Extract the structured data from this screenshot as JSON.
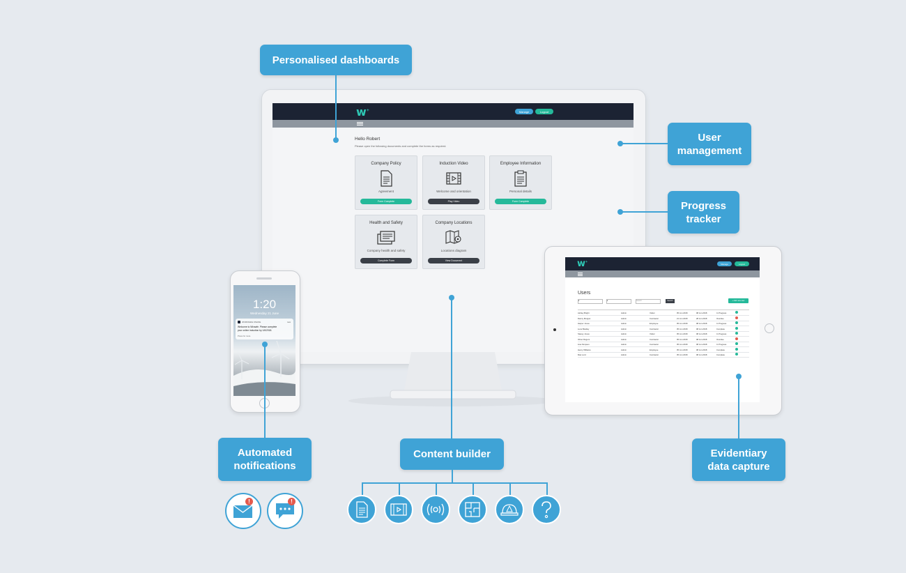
{
  "callouts": {
    "dashboards": "Personalised dashboards",
    "user_mgmt": "User management",
    "progress": "Progress tracker",
    "notifications": "Automated notifications",
    "content": "Content builder",
    "evidence": "Evidentiary data capture"
  },
  "desktop": {
    "buttons": {
      "manage": "Manage",
      "logout": "Logout"
    },
    "greeting": "Hello Robert",
    "instructions": "Please open the following documents and complete the forms as required.",
    "cards": [
      {
        "title": "Company Policy",
        "subtitle": "Agreement",
        "button": "Form Complete",
        "button_color": "#25b99a"
      },
      {
        "title": "Induction Video",
        "subtitle": "Welcome and orientation",
        "button": "Play Video",
        "button_color": "#3a3f47"
      },
      {
        "title": "Employee Information",
        "subtitle": "Personal details",
        "button": "Form Complete",
        "button_color": "#25b99a"
      },
      {
        "title": "Health and Safety",
        "subtitle": "Company health and safety",
        "button": "Complete Form",
        "button_color": "#3a3f47"
      },
      {
        "title": "Company Locations",
        "subtitle": "Locations diagram",
        "button": "View Document",
        "button_color": "#3a3f47"
      }
    ]
  },
  "phone": {
    "time": "1:20",
    "date": "Wednesday 21 June",
    "notif_app": "WORKSAFE ONLINE",
    "notif_time": "now",
    "notif_text": "Welcome to Wixsafe. Please complete your online induction by 1/6/2018.",
    "notif_action": "Press for more"
  },
  "tablet": {
    "buttons": {
      "manage": "Manage",
      "logout": "Logout"
    },
    "title": "Users",
    "search_button": "Search",
    "add_button": "+ Add new user",
    "search_placeholder": "Search",
    "rows": [
      {
        "name": "Ashley Bright",
        "c2": "Admin",
        "c3": "Visitor",
        "d1": "05 Jun 2018",
        "d2": "08 Jun 2018",
        "status": "In Progress"
      },
      {
        "name": "Danny Morgan",
        "c2": "Admin",
        "c3": "Contractor",
        "d1": "21 Jun 2018",
        "d2": "28 Jun 2018",
        "status": "Overdue"
      },
      {
        "name": "Harper Jones",
        "c2": "Admin",
        "c3": "Employee",
        "d1": "05 Jun 2018",
        "d2": "08 Jun 2018",
        "status": "In Progress"
      },
      {
        "name": "Luca Bradley",
        "c2": "Admin",
        "c3": "Contractor",
        "d1": "05 Jun 2018",
        "d2": "08 Jun 2018",
        "status": "Complete"
      },
      {
        "name": "Stacey Jones",
        "c2": "Admin",
        "c3": "Visitor",
        "d1": "05 Jun 2018",
        "d2": "08 Jun 2018",
        "status": "In Progress"
      },
      {
        "name": "Oliver Rogers",
        "c2": "Admin",
        "c3": "Contractor",
        "d1": "05 Jun 2018",
        "d2": "08 Jun 2018",
        "status": "Overdue"
      },
      {
        "name": "Lisa Simpson",
        "c2": "Admin",
        "c3": "Contractor",
        "d1": "05 Jun 2018",
        "d2": "08 Jun 2018",
        "status": "In Progress"
      },
      {
        "name": "Henry Williams",
        "c2": "Admin",
        "c3": "Employee",
        "d1": "05 Jun 2018",
        "d2": "08 Jun 2018",
        "status": "Complete"
      },
      {
        "name": "Max Lord",
        "c2": "Admin",
        "c3": "Contractor",
        "d1": "05 Jun 2018",
        "d2": "08 Jun 2018",
        "status": "Complete"
      }
    ]
  },
  "colors": {
    "accent": "#3fa3d6",
    "teal": "#2ec9b5",
    "dark": "#1c2333"
  }
}
